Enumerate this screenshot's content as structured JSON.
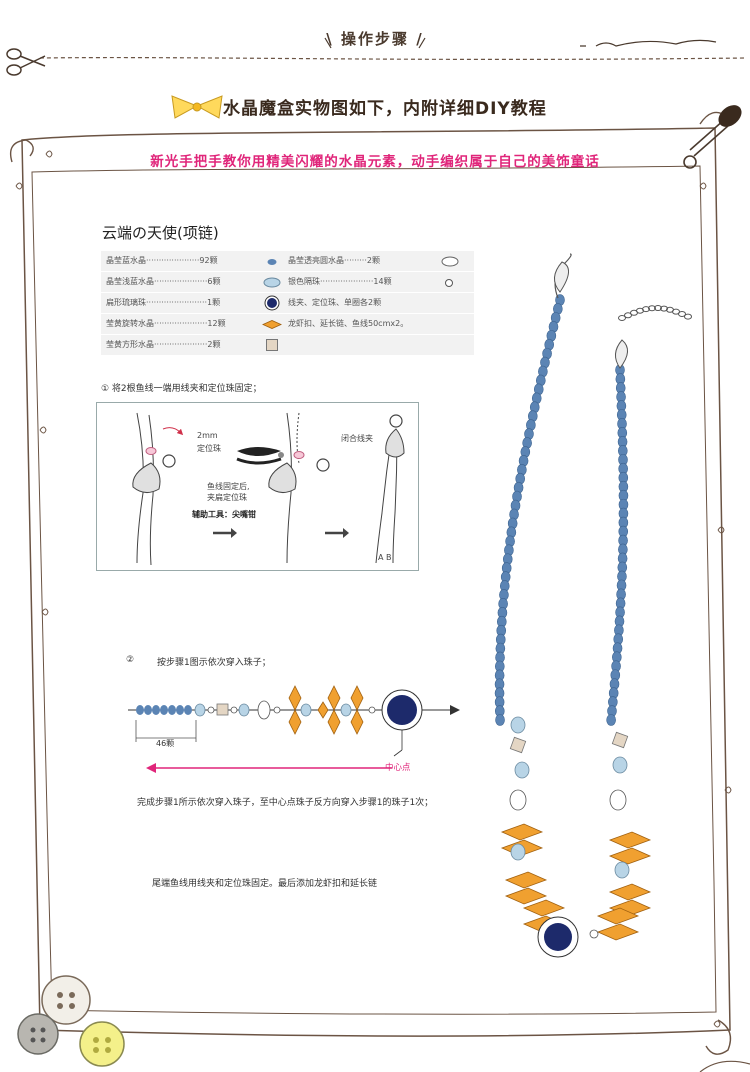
{
  "header": {
    "title": "\\ 操作步骤 /"
  },
  "subtitle": "水晶魔盒实物图如下，内附详细DIY教程",
  "tagline": "新光手把手教你用精美闪耀的水晶元素，动手编织属于自己的美饰童话",
  "section_title": "云端の天使(项链)",
  "materials": [
    {
      "name": "晶莹蓝水晶·····················92颗",
      "name2": "晶莹透亮圆水晶·········2颗"
    },
    {
      "name": "晶莹浅蓝水晶·····················6颗",
      "name2": "银色隔珠·····················14颗"
    },
    {
      "name": "扁形琉璃珠························1颗",
      "name2": "线夹、定位珠、单圈各2颗"
    },
    {
      "name": "莹黄旋转水晶·····················12颗",
      "name2": "龙虾扣、延长链、鱼线50cmx2。"
    },
    {
      "name": "莹黄方形水晶·····················2颗",
      "name2": ""
    }
  ],
  "step1": {
    "label": "① 将2根鱼线一端用线夹和定位珠固定；",
    "size_label": "2mm",
    "bead_label": "定位珠",
    "note_line1": "鱼线固定后,",
    "note_line2": "夹扁定位珠",
    "tool_label": "辅助工具：尖嘴钳",
    "close_label": "闭合线夹",
    "end_label": "A  B"
  },
  "step2": {
    "num": "②",
    "label": "按步骤1图示依次穿入珠子；",
    "count_label": "46颗",
    "center_label": "中心点"
  },
  "instruction1": "完成步骤1所示依次穿入珠子，至中心点珠子反方向穿入步骤1的珠子1次；",
  "instruction2": "尾端鱼线用线夹和定位珠固定。最后添加龙虾扣和延长链",
  "colors": {
    "blue": "#5b84b4",
    "light_blue": "#b8d4e6",
    "navy": "#1d2a6b",
    "yellow": "#f0a030",
    "pink": "#e0257a",
    "tan": "#e4d6c4"
  },
  "icons": [
    "scissors-icon",
    "safety-pin-icon",
    "bow-icon",
    "button-icon"
  ]
}
